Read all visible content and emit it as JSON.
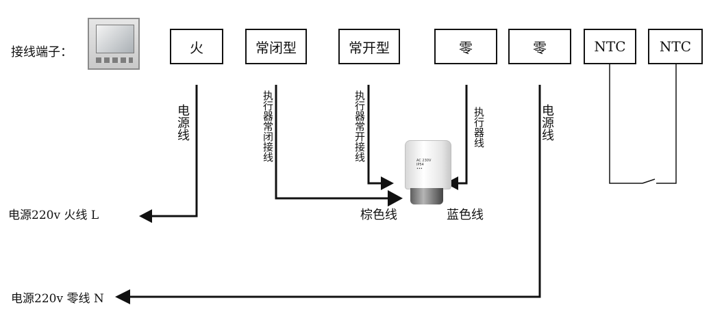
{
  "diagram": {
    "title_label": "接线端子：",
    "terminals": [
      {
        "id": "fire",
        "label": "火"
      },
      {
        "id": "nc",
        "label": "常闭型"
      },
      {
        "id": "no",
        "label": "常开型"
      },
      {
        "id": "zero1",
        "label": "零"
      },
      {
        "id": "zero2",
        "label": "零"
      },
      {
        "id": "ntc1",
        "label": "NTC"
      },
      {
        "id": "ntc2",
        "label": "NTC"
      }
    ],
    "wire_labels": {
      "power_fire": "电源线",
      "actuator_nc": "执行器常闭接线",
      "actuator_no": "执行器常开接线",
      "actuator_zero": "执行器线",
      "power_zero": "电源线"
    },
    "actuator_text": "AC 230V\nIP54\n•••",
    "bottom_labels": {
      "live": "电源220v 火线 L",
      "neutral": "电源220v 零线 N",
      "brown": "棕色线",
      "blue": "蓝色线"
    }
  },
  "colors": {
    "line": "#111111",
    "background": "#ffffff"
  },
  "icons": [
    "thermostat-icon",
    "actuator-icon",
    "arrow-icon",
    "ntc-switch-icon"
  ]
}
